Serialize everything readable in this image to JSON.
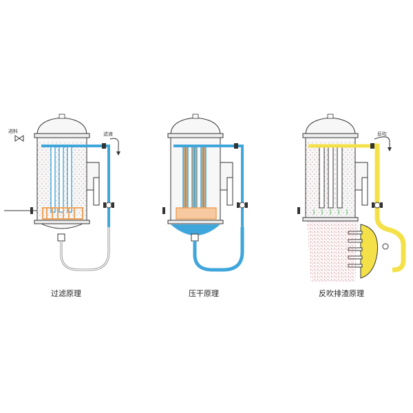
{
  "panels": [
    {
      "caption": "过滤原理",
      "inlet_label": "进料",
      "outlet_label": "滤液"
    },
    {
      "caption": "压干原理"
    },
    {
      "caption": "反吹排渣原理",
      "gas_label": "反吹"
    }
  ],
  "colors": {
    "filtrate_blue": "#3fa6dc",
    "backflush_yellow": "#f4e14a",
    "cake_orange": "#f0a35a",
    "particle_red": "#c8727a",
    "outline": "#333333",
    "body_fill": "#f7f7f7"
  }
}
